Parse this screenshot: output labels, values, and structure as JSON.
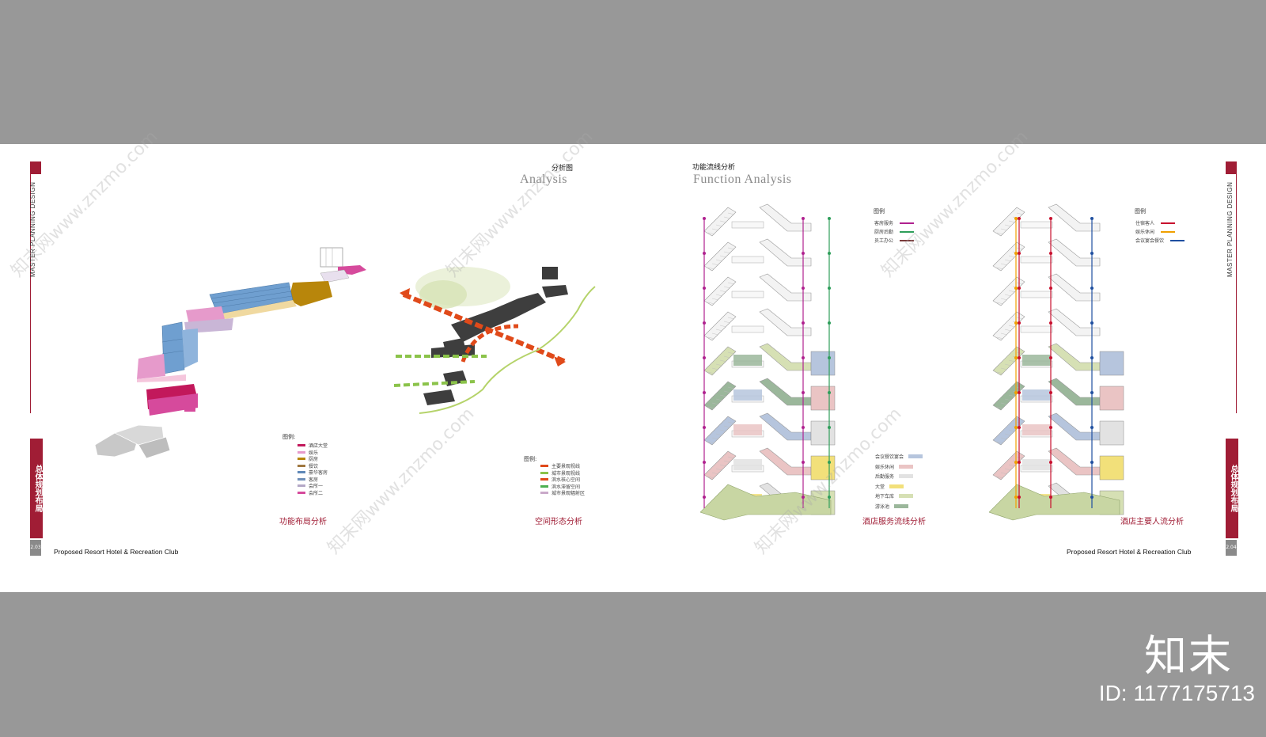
{
  "header_vertical": "MASTER PLANNING DESIGN",
  "side_badge": "总体规划布局",
  "page_left": "2.03",
  "page_right": "2.04",
  "footer": "Proposed Resort Hotel & Recreation Club",
  "left_page": {
    "title_cn": "分析图",
    "title_en": "Analysis",
    "diagram1": {
      "caption": "功能布局分析",
      "legend_title": "图例:",
      "legend": [
        {
          "label": "酒店大堂",
          "color": "#c2185b"
        },
        {
          "label": "娱乐",
          "color": "#e69acb"
        },
        {
          "label": "厨房",
          "color": "#b8860b"
        },
        {
          "label": "餐饮",
          "color": "#a07840"
        },
        {
          "label": "豪华客房",
          "color": "#5f88b8"
        },
        {
          "label": "客房",
          "color": "#6f8fb8"
        },
        {
          "label": "会所一",
          "color": "#b3a7c6"
        },
        {
          "label": "会所二",
          "color": "#d64a9c"
        }
      ]
    },
    "diagram2": {
      "caption": "空间形态分析",
      "legend_title": "图例:",
      "legend": [
        {
          "label": "主要景观视线",
          "color": "#e04a1a"
        },
        {
          "label": "城市景观视线",
          "color": "#8bc34a"
        },
        {
          "label": "滨水核心空间",
          "color": "#e04a1a"
        },
        {
          "label": "滨水滞留空间",
          "color": "#4caf50"
        },
        {
          "label": "城市景观辐射区",
          "color": "#c9a9c9"
        }
      ]
    }
  },
  "right_page": {
    "title_cn": "功能流线分析",
    "title_en": "Function Analysis",
    "diagram3": {
      "caption": "酒店服务流线分析",
      "legend_title": "图例",
      "legend": [
        {
          "label": "客房服务",
          "color": "#b0218f"
        },
        {
          "label": "厨房后勤",
          "color": "#2e9e5a"
        },
        {
          "label": "员工办公",
          "color": "#7a3b3b"
        }
      ],
      "zone_legend": [
        {
          "label": "会议餐饮宴会",
          "color": "#b6c5dd"
        },
        {
          "label": "娱乐休闲",
          "color": "#eac4c4"
        },
        {
          "label": "后勤服务",
          "color": "#e2e2e2"
        },
        {
          "label": "大堂",
          "color": "#f2e07a"
        },
        {
          "label": "地下车库",
          "color": "#d6e0b4"
        },
        {
          "label": "游泳池",
          "color": "#9bb79b"
        }
      ]
    },
    "diagram4": {
      "caption": "酒店主要人流分析",
      "legend_title": "图例",
      "legend": [
        {
          "label": "住宿客人",
          "color": "#c8102e"
        },
        {
          "label": "娱乐休闲",
          "color": "#f0a000"
        },
        {
          "label": "会议宴会餐饮",
          "color": "#1f4fa0"
        }
      ]
    }
  },
  "watermark": "知末网www.znzmo.com",
  "brand_logo": "知末",
  "image_id": "ID: 1177175713"
}
